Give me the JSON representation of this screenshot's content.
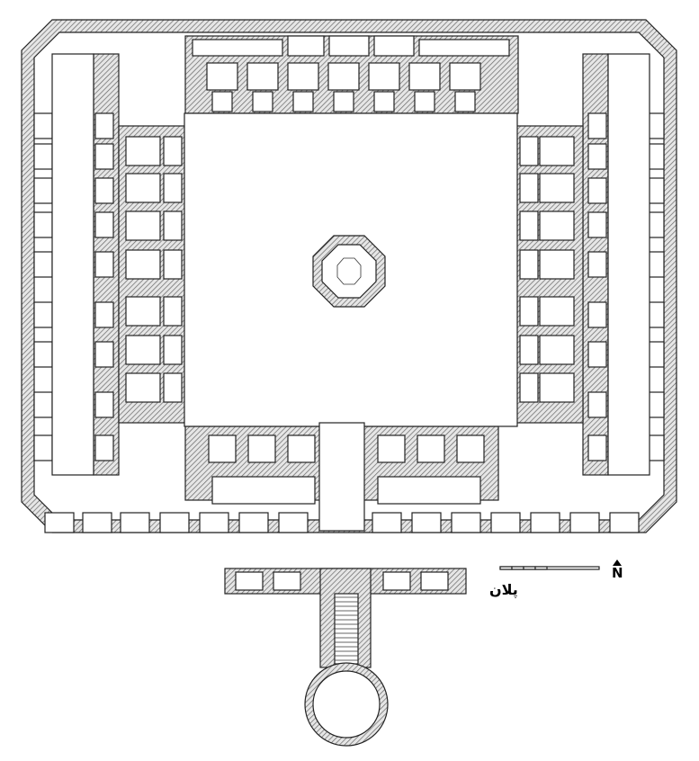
{
  "title": "پلان",
  "north_label": "N",
  "scale_bar": {
    "segments": 4
  },
  "colors": {
    "wall_hatch": "#777777",
    "line": "#222222",
    "background": "#ffffff"
  }
}
